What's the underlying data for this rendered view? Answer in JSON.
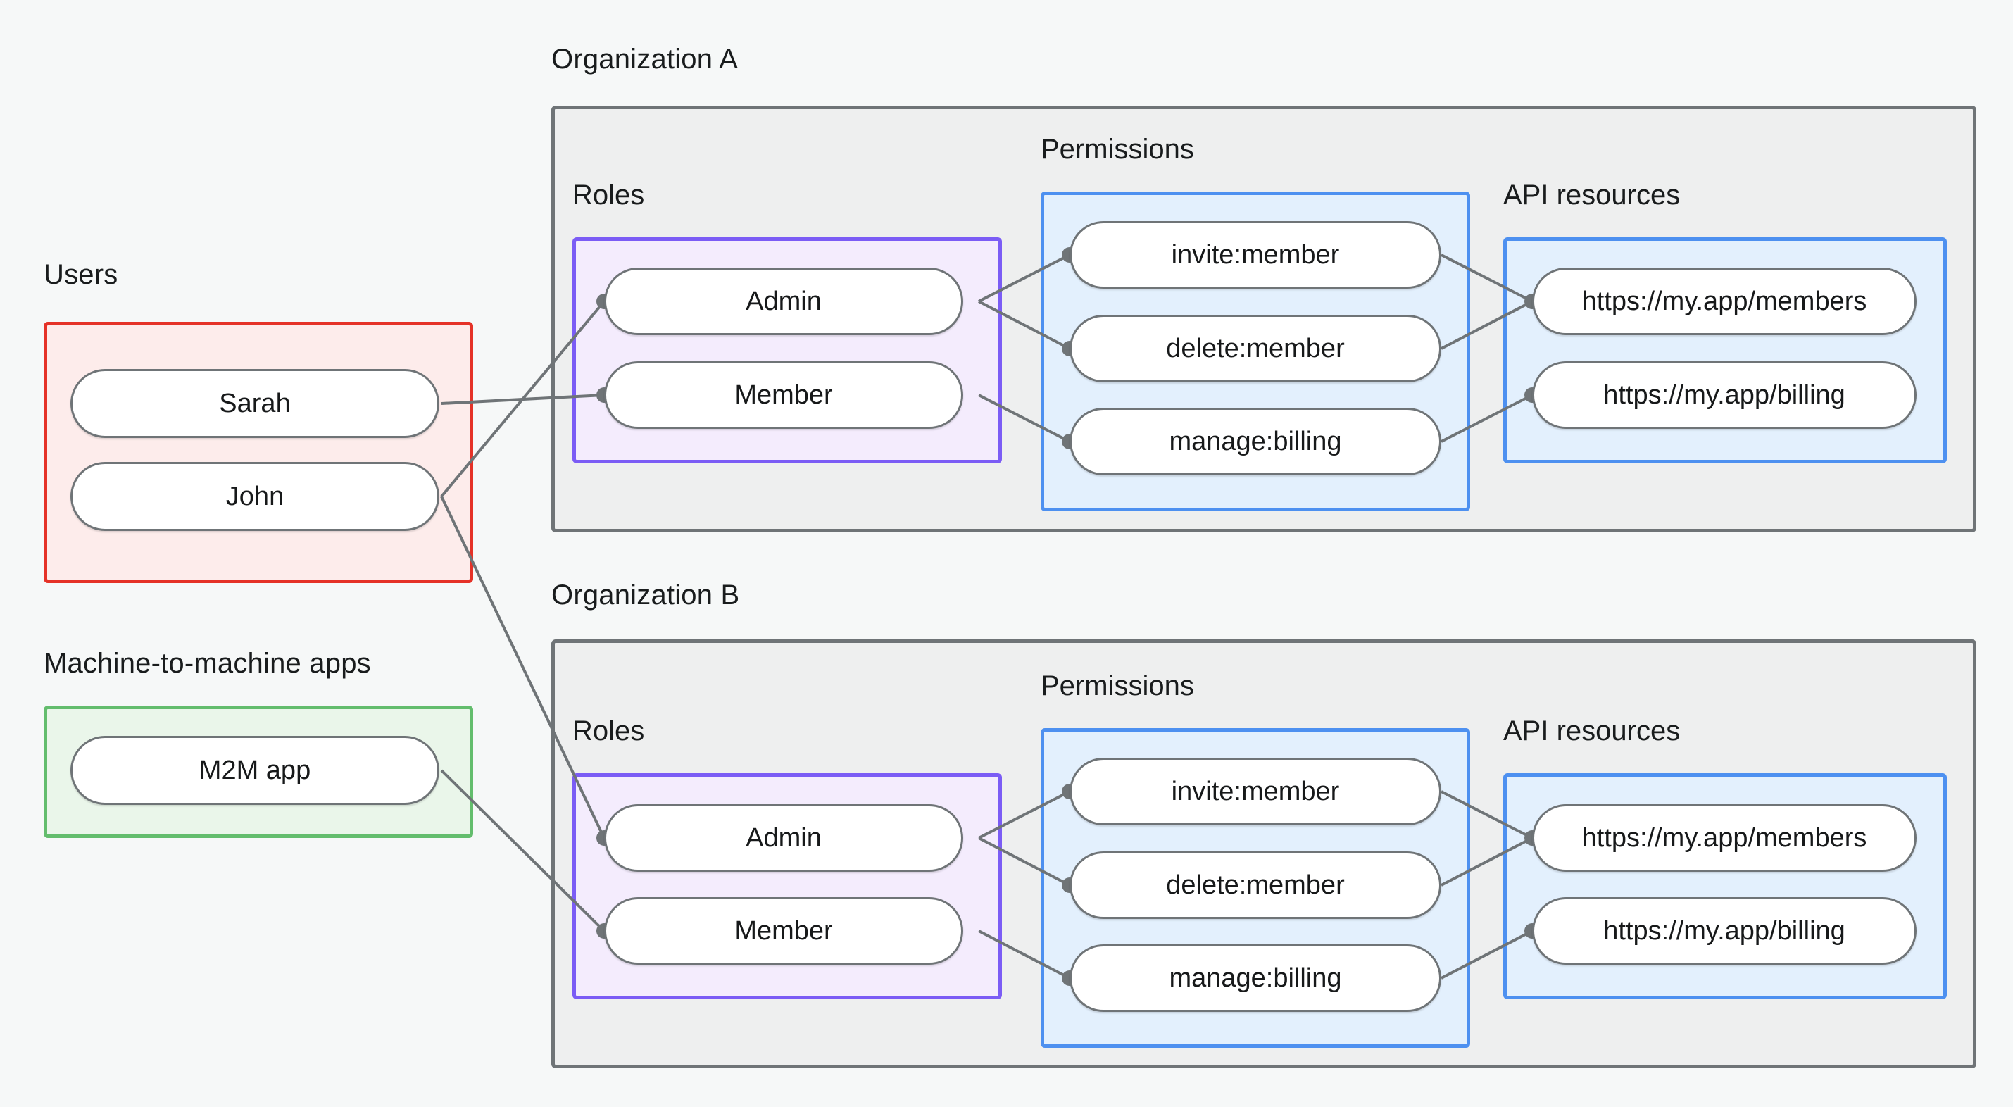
{
  "groups": {
    "users": {
      "label": "Users",
      "items": [
        {
          "label": "Sarah"
        },
        {
          "label": "John"
        }
      ]
    },
    "m2m": {
      "label": "Machine-to-machine apps",
      "items": [
        {
          "label": "M2M app"
        }
      ]
    }
  },
  "organizations": [
    {
      "label": "Organization A",
      "sections": {
        "roles": {
          "label": "Roles",
          "items": [
            {
              "label": "Admin"
            },
            {
              "label": "Member"
            }
          ]
        },
        "permissions": {
          "label": "Permissions",
          "items": [
            {
              "label": "invite:member"
            },
            {
              "label": "delete:member"
            },
            {
              "label": "manage:billing"
            }
          ]
        },
        "api_resources": {
          "label": "API resources",
          "items": [
            {
              "label": "https://my.app/members"
            },
            {
              "label": "https://my.app/billing"
            }
          ]
        }
      }
    },
    {
      "label": "Organization B",
      "sections": {
        "roles": {
          "label": "Roles",
          "items": [
            {
              "label": "Admin"
            },
            {
              "label": "Member"
            }
          ]
        },
        "permissions": {
          "label": "Permissions",
          "items": [
            {
              "label": "invite:member"
            },
            {
              "label": "delete:member"
            },
            {
              "label": "manage:billing"
            }
          ]
        },
        "api_resources": {
          "label": "API resources",
          "items": [
            {
              "label": "https://my.app/members"
            },
            {
              "label": "https://my.app/billing"
            }
          ]
        }
      }
    }
  ],
  "connections": [
    {
      "from": "Sarah",
      "to": "Organization A / Member"
    },
    {
      "from": "John",
      "to": "Organization A / Admin"
    },
    {
      "from": "John",
      "to": "Organization B / Admin"
    },
    {
      "from": "M2M app",
      "to": "Organization B / Member"
    },
    {
      "from": "Organization A / Admin",
      "to": "Organization A / invite:member"
    },
    {
      "from": "Organization A / Admin",
      "to": "Organization A / delete:member"
    },
    {
      "from": "Organization A / Member",
      "to": "Organization A / manage:billing"
    },
    {
      "from": "Organization A / invite:member",
      "to": "Organization A / https://my.app/members"
    },
    {
      "from": "Organization A / delete:member",
      "to": "Organization A / https://my.app/members"
    },
    {
      "from": "Organization A / manage:billing",
      "to": "Organization A / https://my.app/billing"
    },
    {
      "from": "Organization B / Admin",
      "to": "Organization B / invite:member"
    },
    {
      "from": "Organization B / Admin",
      "to": "Organization B / delete:member"
    },
    {
      "from": "Organization B / Member",
      "to": "Organization B / manage:billing"
    },
    {
      "from": "Organization B / invite:member",
      "to": "Organization B / https://my.app/members"
    },
    {
      "from": "Organization B / delete:member",
      "to": "Organization B / https://my.app/members"
    },
    {
      "from": "Organization B / manage:billing",
      "to": "Organization B / https://my.app/billing"
    }
  ],
  "colors": {
    "canvas": "#f6f8f8",
    "org_fill": "#eeefef",
    "org_border": "#6f7477",
    "roles_fill": "#f4ecfd",
    "roles_border": "#7b5cf5",
    "permissions_fill": "#e3f0fd",
    "permissions_border": "#4d90f0",
    "api_fill": "#e3f0fd",
    "api_border": "#4d90f0",
    "users_fill": "#fdeceb",
    "users_border": "#e53228",
    "m2m_fill": "#eaf6ea",
    "m2m_border": "#63bd6d",
    "node_fill": "#ffffff",
    "node_border": "#6f7477",
    "edge": "#6f7477",
    "text": "#191c1d"
  }
}
